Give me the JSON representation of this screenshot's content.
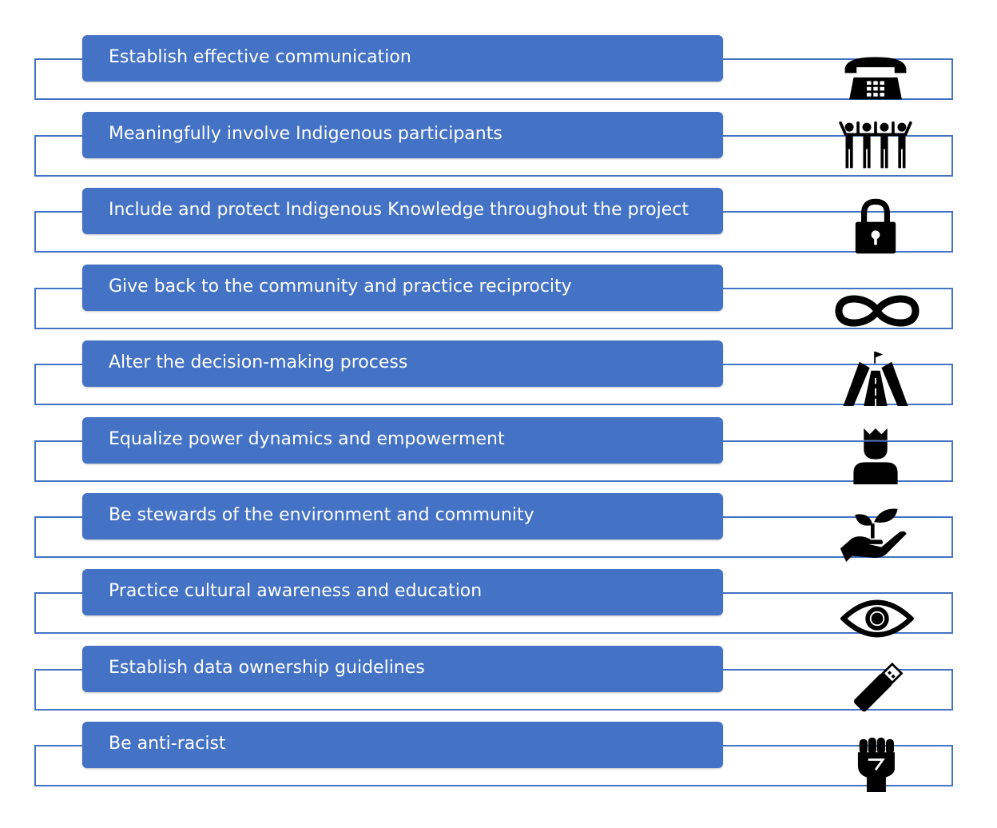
{
  "items": [
    {
      "label": "Establish effective communication",
      "icon": "telephone-icon"
    },
    {
      "label": "Meaningfully involve Indigenous participants",
      "icon": "group-of-people-icon"
    },
    {
      "label": "Include and protect Indigenous Knowledge throughout the project",
      "icon": "padlock-icon"
    },
    {
      "label": "Give back to the community and practice reciprocity",
      "icon": "infinity-icon"
    },
    {
      "label": "Alter the decision-making process",
      "icon": "road-with-flag-icon"
    },
    {
      "label": "Equalize power dynamics and empowerment",
      "icon": "person-with-crown-icon"
    },
    {
      "label": "Be stewards of the environment and community",
      "icon": "hand-holding-plant-icon"
    },
    {
      "label": "Practice cultural awareness and education",
      "icon": "eye-icon"
    },
    {
      "label": "Establish data ownership guidelines",
      "icon": "usb-drive-icon"
    },
    {
      "label": "Be anti-racist",
      "icon": "raised-fist-icon"
    }
  ],
  "colors": {
    "accent": "#4472c4",
    "bar_text": "#ffffff",
    "icon": "#000000"
  }
}
